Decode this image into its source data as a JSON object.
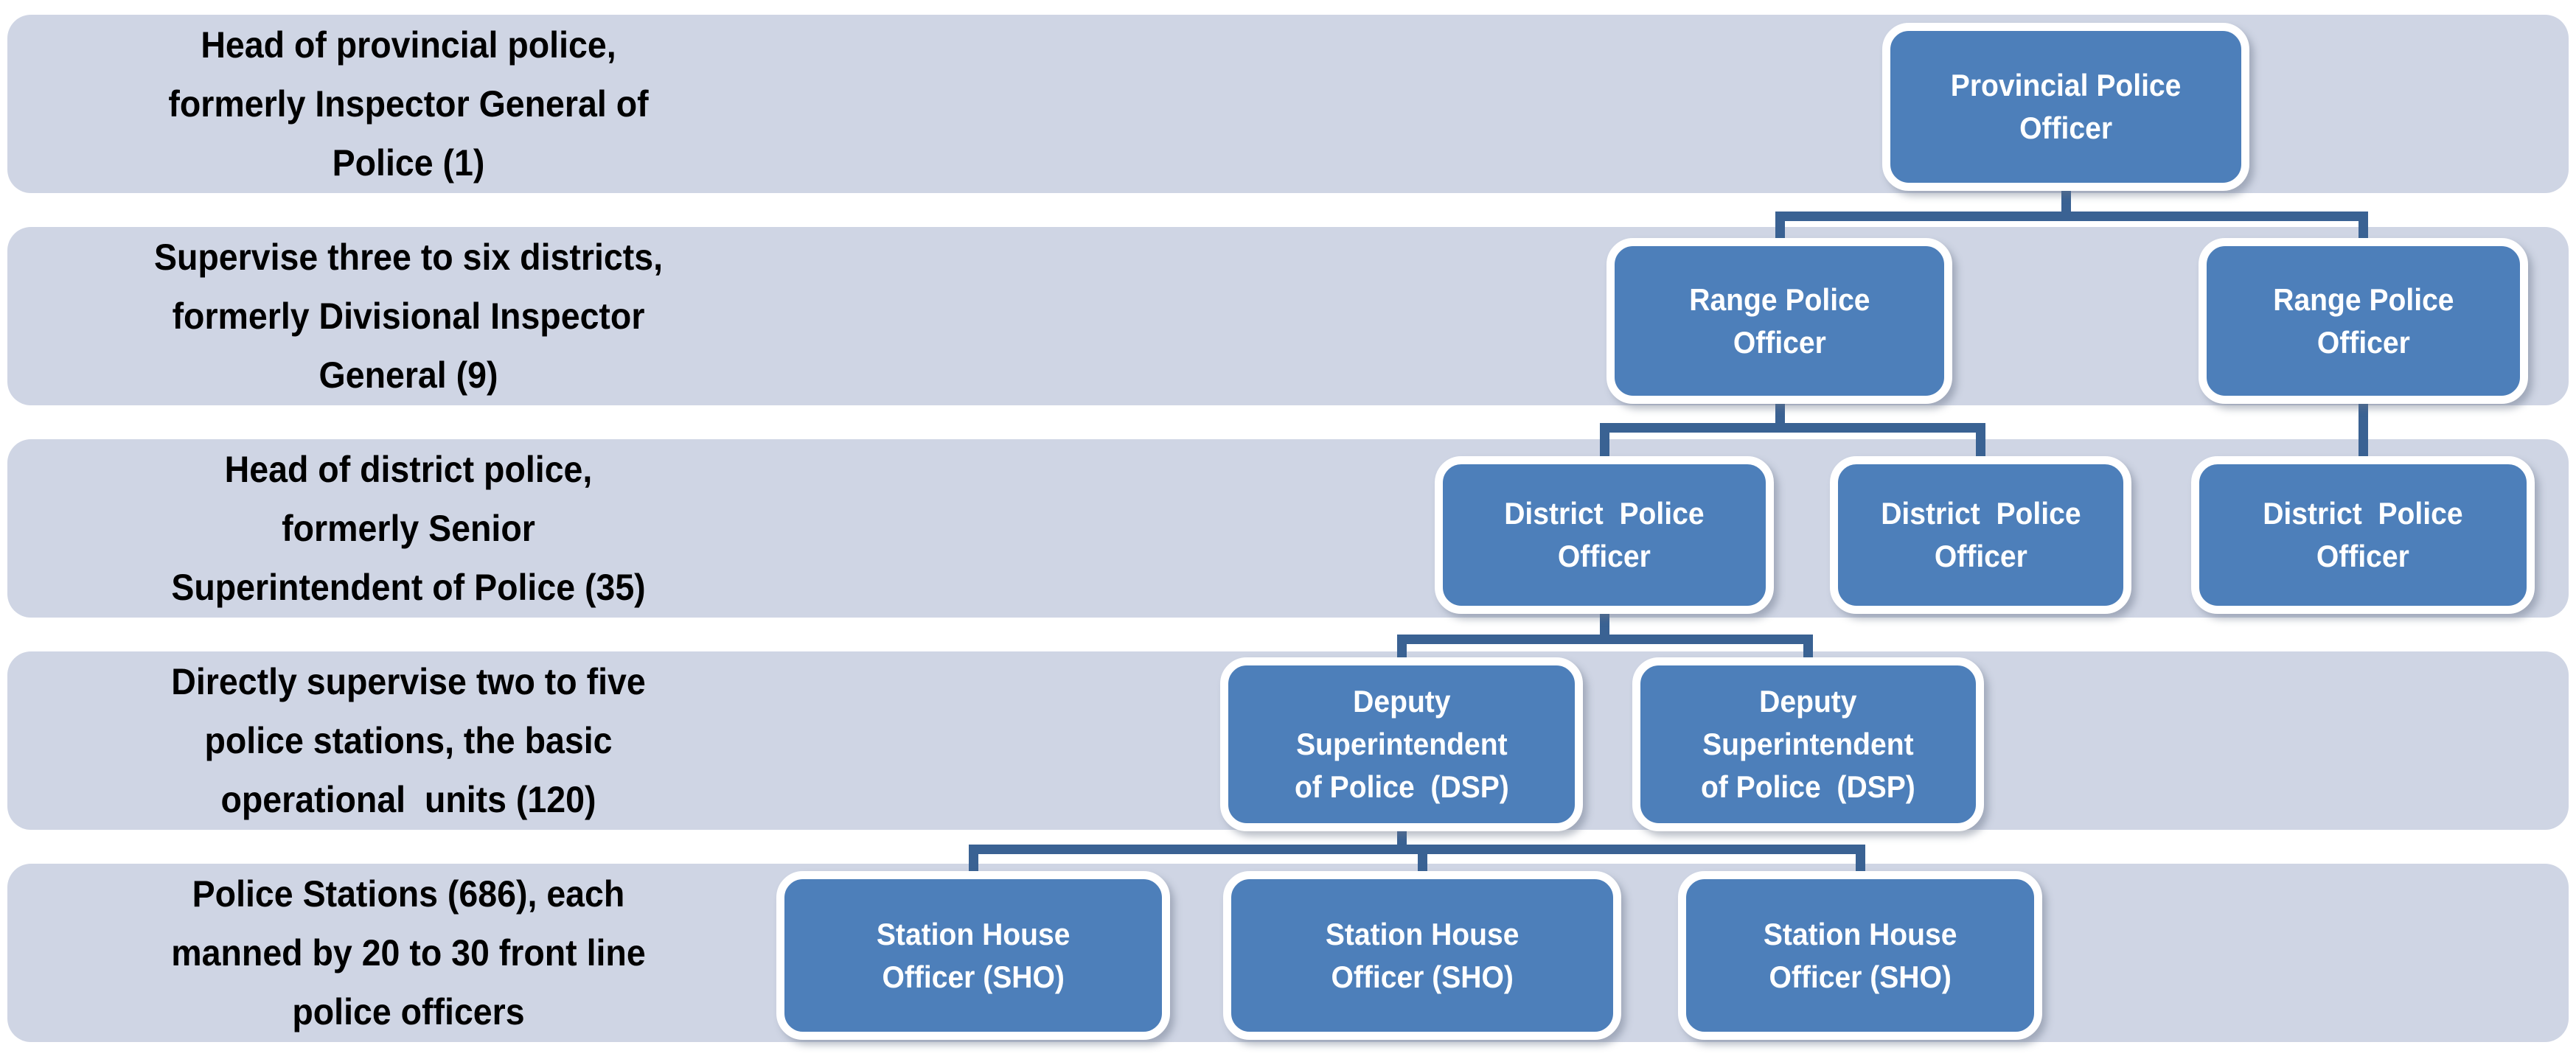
{
  "palette": {
    "page_bg": "#ffffff",
    "band_bg": "#cfd5e4",
    "band_text": "#000000",
    "node_fill": "#4d7fba",
    "node_border": "#ffffff",
    "node_text": "#ffffff",
    "connector": "#3a6293"
  },
  "rows": [
    {
      "label": "Head of provincial police, formerly Inspector General of Police (1)",
      "lines": [
        "Head of provincial police,",
        "formerly Inspector General of",
        "Police (1)"
      ]
    },
    {
      "label": "Supervise three to six districts, formerly Divisional Inspector General (9)",
      "lines": [
        "Supervise three to six districts,",
        "formerly Divisional Inspector",
        "General (9)"
      ]
    },
    {
      "label": "Head of district police, formerly Senior Superintendent of Police (35)",
      "lines": [
        "Head of district police,",
        "formerly Senior",
        "Superintendent of Police (35)"
      ]
    },
    {
      "label": "Directly supervise two to five police stations, the basic operational units (120)",
      "lines": [
        "Directly supervise two to five",
        "police stations, the basic",
        "operational  units (120)"
      ]
    },
    {
      "label": "Police Stations (686), each manned by 20 to 30 front line police officers",
      "lines": [
        "Police Stations (686), each",
        "manned by 20 to 30 front line",
        "police officers"
      ]
    }
  ],
  "nodes": {
    "provincial": {
      "label": "Provincial Police Officer",
      "lines": [
        "Provincial Police",
        "Officer"
      ]
    },
    "range_1": {
      "label": "Range Police Officer",
      "lines": [
        "Range Police",
        "Officer"
      ]
    },
    "range_2": {
      "label": "Range Police Officer",
      "lines": [
        "Range Police",
        "Officer"
      ]
    },
    "district_1": {
      "label": "District Police Officer",
      "lines": [
        "District  Police",
        "Officer"
      ]
    },
    "district_2": {
      "label": "District Police Officer",
      "lines": [
        "District  Police",
        "Officer"
      ]
    },
    "district_3": {
      "label": "District Police Officer",
      "lines": [
        "District  Police",
        "Officer"
      ]
    },
    "dsp_1": {
      "label": "Deputy Superintendent of Police (DSP)",
      "lines": [
        "Deputy",
        "Superintendent",
        "of Police  (DSP)"
      ]
    },
    "dsp_2": {
      "label": "Deputy Superintendent of Police (DSP)",
      "lines": [
        "Deputy",
        "Superintendent",
        "of Police  (DSP)"
      ]
    },
    "sho_1": {
      "label": "Station House Officer (SHO)",
      "lines": [
        "Station House",
        "Officer (SHO)"
      ]
    },
    "sho_2": {
      "label": "Station House Officer (SHO)",
      "lines": [
        "Station House",
        "Officer (SHO)"
      ]
    },
    "sho_3": {
      "label": "Station House Officer (SHO)",
      "lines": [
        "Station House",
        "Officer (SHO)"
      ]
    }
  },
  "structure": {
    "provincial": [
      "range_1",
      "range_2"
    ],
    "range_1": [
      "district_1",
      "district_2"
    ],
    "range_2": [
      "district_3"
    ],
    "district_1": [
      "dsp_1",
      "dsp_2"
    ],
    "dsp_1": [
      "sho_1",
      "sho_2",
      "sho_3"
    ]
  }
}
